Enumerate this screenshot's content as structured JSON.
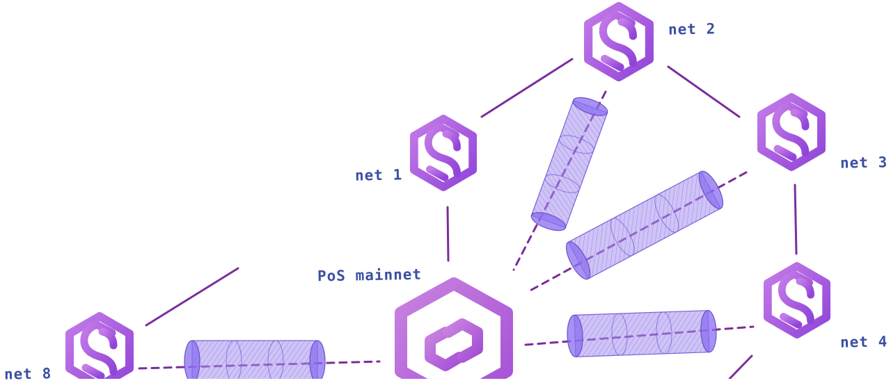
{
  "diagram": {
    "labels": {
      "net1": "net 1",
      "net2": "net 2",
      "net3": "net 3",
      "net4": "net 4",
      "net8": "net 8",
      "mainnet": "PoS mainnet"
    }
  },
  "colors": {
    "network_logo": "#a855e0",
    "line": "#7b2d9a",
    "tube": "#8a6ef0",
    "label_text": "#3b4fa3"
  },
  "icons": {
    "network_node": "network-logo-icon",
    "mainnet_node": "polygon-logo-icon"
  }
}
